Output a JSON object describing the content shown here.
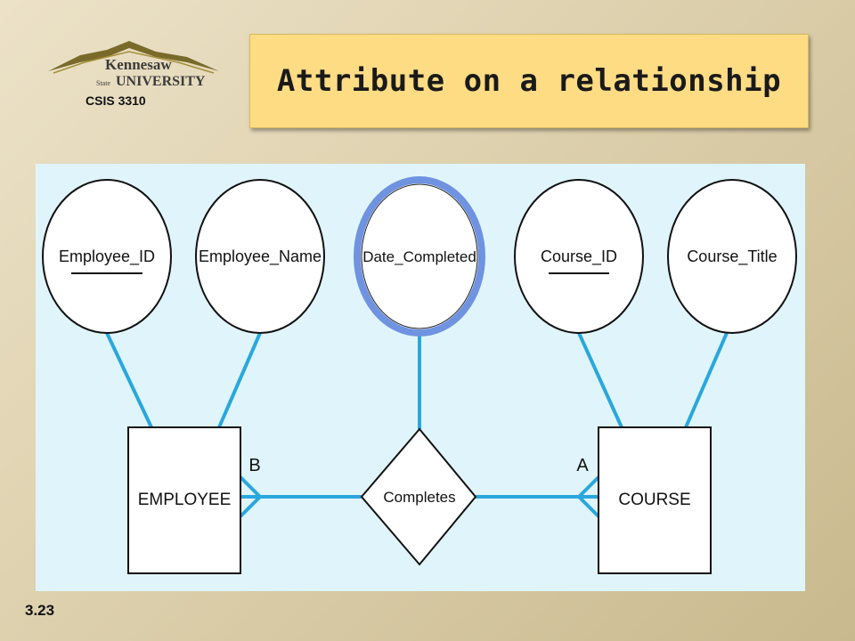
{
  "header": {
    "logo_text_top": "Kennesaw",
    "logo_text_small": "State",
    "logo_text_bottom": "UNIVERSITY",
    "course_code": "CSIS 3310",
    "title": "Attribute on a relationship"
  },
  "diagram": {
    "attributes": {
      "employee_id": "Employee_ID",
      "employee_name": "Employee_Name",
      "date_completed": "Date_Completed",
      "course_id": "Course_ID",
      "course_title": "Course_Title"
    },
    "entities": {
      "employee": "EMPLOYEE",
      "course": "COURSE"
    },
    "relationship": "Completes",
    "cardinality": {
      "employee_side": "B",
      "course_side": "A"
    },
    "colors": {
      "background": "#dff5fb",
      "lines": "#2aa7dd",
      "highlight": "#6f93e0"
    }
  },
  "footer": {
    "slide_number": "3.23"
  }
}
